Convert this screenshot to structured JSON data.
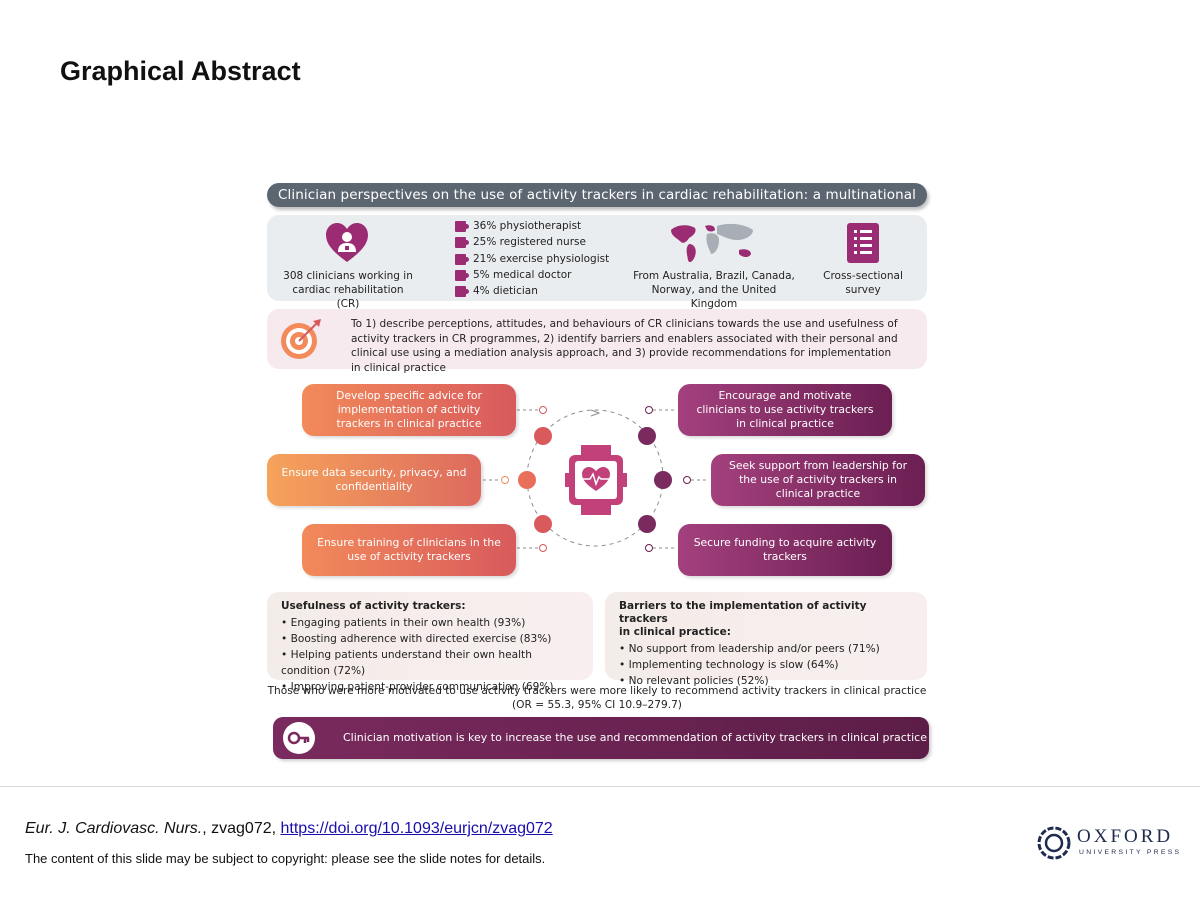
{
  "slide": {
    "title": "Graphical Abstract"
  },
  "abstract": {
    "banner": "Clinician perspectives on the use of activity trackers in cardiac rehabilitation: a multinational study",
    "sample": "308 clinicians working in cardiac rehabilitation (CR)",
    "roles": [
      "36% physiotherapist",
      "25% registered nurse",
      "21% exercise physiologist",
      "5% medical doctor",
      "4% dietician"
    ],
    "countries": "From Australia, Brazil, Canada, Norway, and the United Kingdom",
    "design": "Cross-sectional survey",
    "aim": "To 1) describe perceptions, attitudes, and behaviours of CR clinicians towards the use and usefulness of activity trackers in CR programmes, 2) identify barriers and enablers associated with their personal and clinical use using a mediation analysis approach, and 3) provide recommendations for implementation in clinical practice",
    "recommendations": {
      "left": [
        "Develop specific advice for implementation of activity trackers in clinical practice",
        "Ensure data security, privacy, and confidentiality",
        "Ensure training of clinicians in the use of activity trackers"
      ],
      "right": [
        "Encourage and motivate clinicians to use activity trackers in clinical practice",
        "Seek support from leadership for the use of activity trackers in clinical practice",
        "Secure funding to acquire activity trackers"
      ]
    },
    "usefulness": {
      "title": "Usefulness of activity trackers:",
      "items": [
        "Engaging patients in their own health (93%)",
        "Boosting adherence with directed exercise (83%)",
        "Helping patients understand their own health condition (72%)",
        "Improving patient-provider communication (69%)"
      ]
    },
    "barriers": {
      "title_line1": "Barriers to the implementation of activity trackers",
      "title_line2": "in clinical practice:",
      "items": [
        "No support from leadership and/or peers (71%)",
        "Implementing technology is slow (64%)",
        "No relevant policies (52%)"
      ]
    },
    "odds_line1": "Those who were more motivated to use activity trackers were more likely to recommend activity trackers in clinical practice",
    "odds_line2": "(OR = 55.3, 95% CI 10.9–279.7)",
    "key_message": "Clinician motivation is key to increase the use and recommendation of activity trackers in clinical practice"
  },
  "footer": {
    "journal": "Eur. J. Cardiovasc. Nurs.",
    "article_id": ", zvag072, ",
    "doi": "https://doi.org/10.1093/eurjcn/zvag072",
    "copyright": "The content of this slide may be subject to copyright: please see the slide notes for details."
  },
  "publisher": {
    "name": "OXFORD",
    "sub": "UNIVERSITY PRESS"
  },
  "colors": {
    "accent_purple": "#9b2c73",
    "dark_purple": "#6b1f52",
    "orange": "#f28a5a",
    "banner_gray": "#5c6670"
  },
  "icons": [
    "heart-clinician-icon",
    "puzzle-icon",
    "world-map-icon",
    "survey-clipboard-icon",
    "target-icon",
    "smartwatch-icon",
    "key-icon",
    "oxford-logo-icon"
  ]
}
